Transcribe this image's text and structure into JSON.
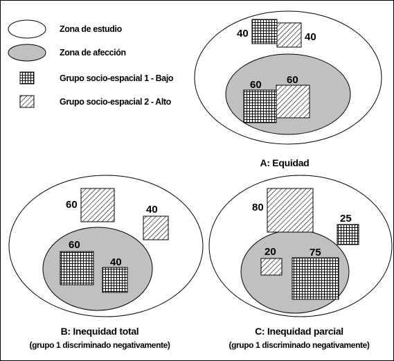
{
  "legend": {
    "study_zone": "Zona de estudio",
    "affected_zone": "Zona de afección",
    "group1": "Grupo socio-espacial 1 - Bajo",
    "group2": "Grupo socio-espacial 2 - Alto"
  },
  "colors": {
    "study_zone_fill": "#ffffff",
    "affected_zone_fill": "#c0c0c0",
    "outline": "#000000"
  },
  "panels": {
    "a": {
      "title": "A: Equidad",
      "subtitle": "",
      "outside_group1": "40",
      "outside_group2": "40",
      "inside_group1": "60",
      "inside_group2": "60"
    },
    "b": {
      "title": "B: Inequidad total",
      "subtitle": "(grupo 1 discriminado negativamente)",
      "outside_group2": "60",
      "outside_group1": "40",
      "inside_group1": "60",
      "inside_group2": "40"
    },
    "c": {
      "title": "C: Inequidad parcial",
      "subtitle": "(grupo 1 discriminado negativamente)",
      "outside_group2": "80",
      "outside_group1": "25",
      "inside_group2": "20",
      "inside_group1": "75"
    }
  }
}
